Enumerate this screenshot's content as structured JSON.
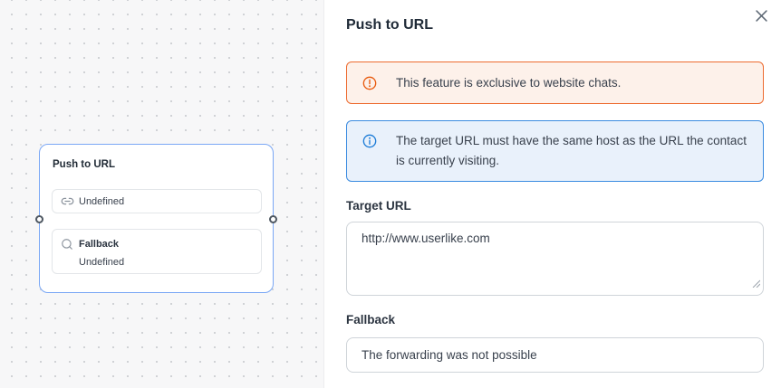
{
  "canvas": {
    "node": {
      "title": "Push to URL",
      "items": [
        {
          "icon": "link-icon",
          "label": "Undefined"
        },
        {
          "icon": "search-icon",
          "label": "Fallback",
          "sublabel": "Undefined"
        }
      ]
    }
  },
  "panel": {
    "title": "Push to URL",
    "close_icon": "close-icon",
    "alerts": [
      {
        "type": "warning",
        "icon": "alert-circle-icon",
        "text": "This feature is exclusive to website chats.",
        "border_color": "#ed6a2e",
        "bg_color": "#fdf1ea",
        "icon_color": "#e8590c"
      },
      {
        "type": "info",
        "icon": "info-circle-icon",
        "text": "The target URL must have the same host as the URL the contact is currently visiting.",
        "border_color": "#3a8be0",
        "bg_color": "#e9f1fb",
        "icon_color": "#1b7bd7"
      }
    ],
    "target_url": {
      "label": "Target URL",
      "value": "http://www.userlike.com"
    },
    "fallback": {
      "label": "Fallback",
      "value": "The forwarding was not possible"
    }
  }
}
